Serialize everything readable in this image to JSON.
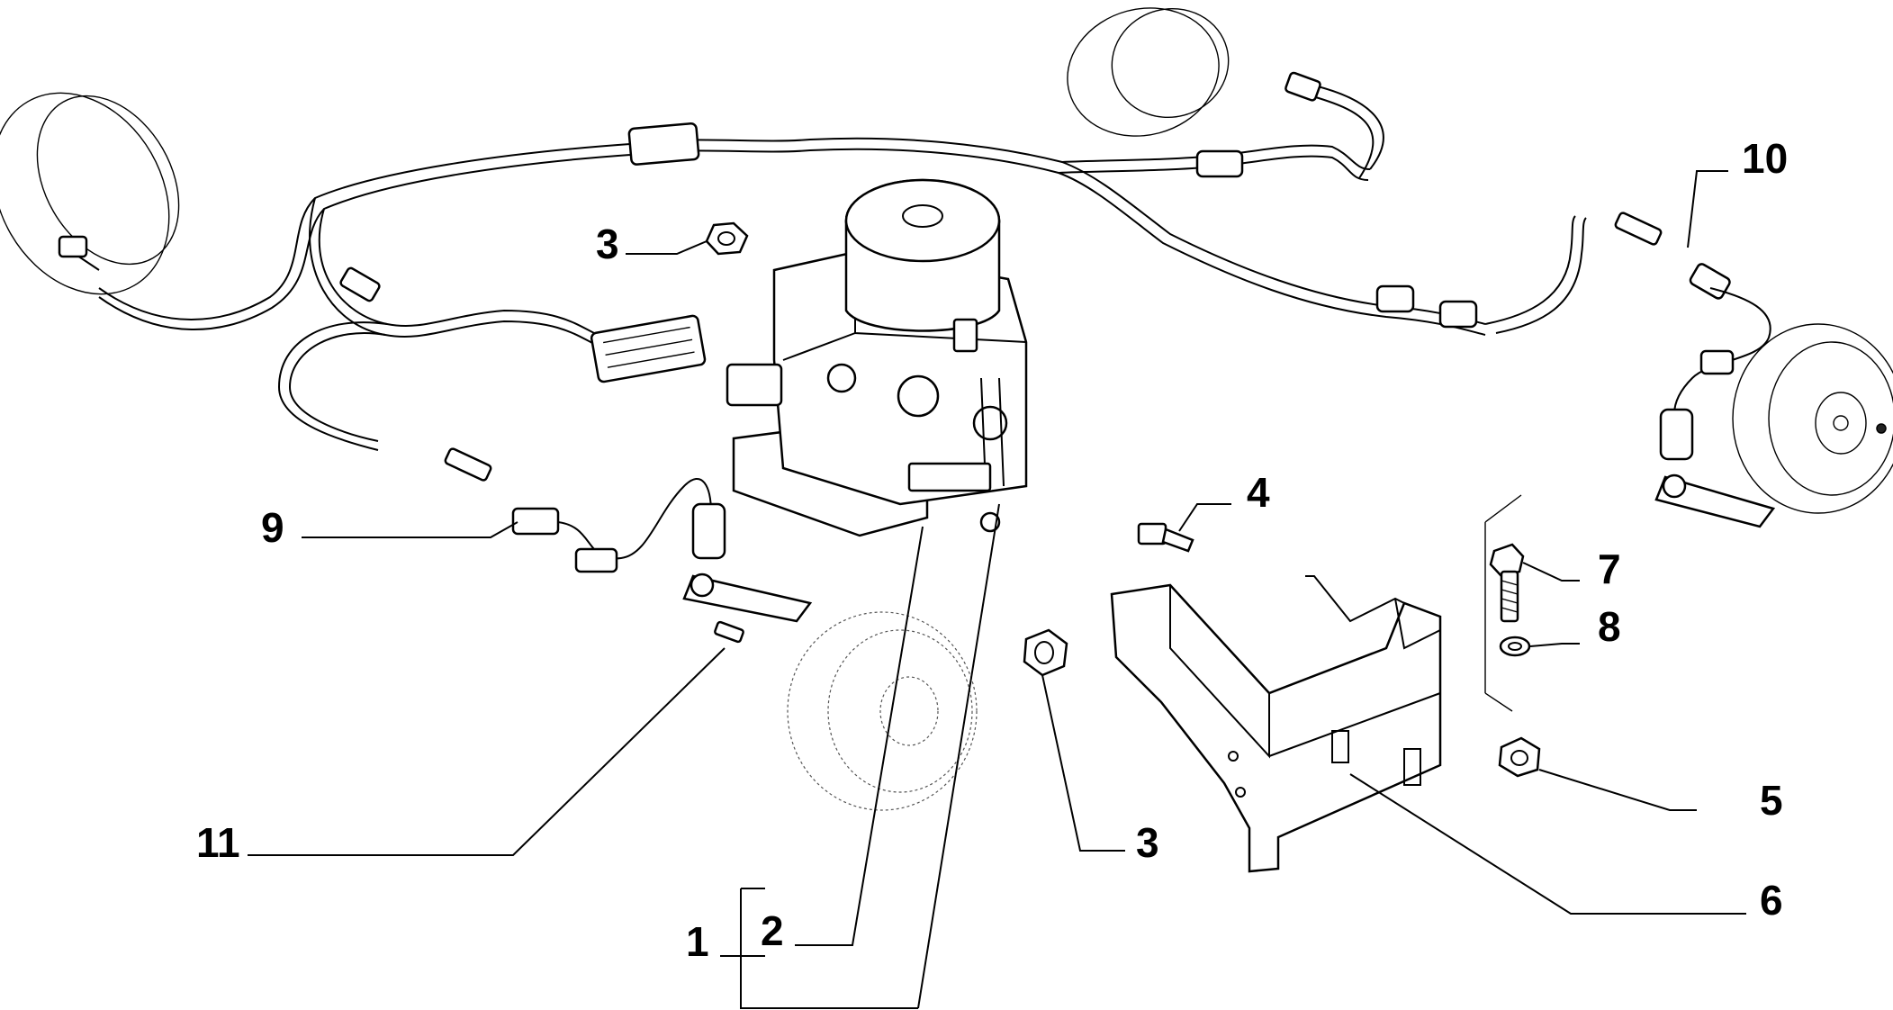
{
  "diagram": {
    "callouts": [
      {
        "id": "c1",
        "text": "1"
      },
      {
        "id": "c2",
        "text": "2"
      },
      {
        "id": "c3a",
        "text": "3"
      },
      {
        "id": "c3b",
        "text": "3"
      },
      {
        "id": "c4",
        "text": "4"
      },
      {
        "id": "c5",
        "text": "5"
      },
      {
        "id": "c6",
        "text": "6"
      },
      {
        "id": "c7",
        "text": "7"
      },
      {
        "id": "c8",
        "text": "8"
      },
      {
        "id": "c9",
        "text": "9"
      },
      {
        "id": "c10",
        "text": "10"
      },
      {
        "id": "c11",
        "text": "11"
      }
    ]
  }
}
